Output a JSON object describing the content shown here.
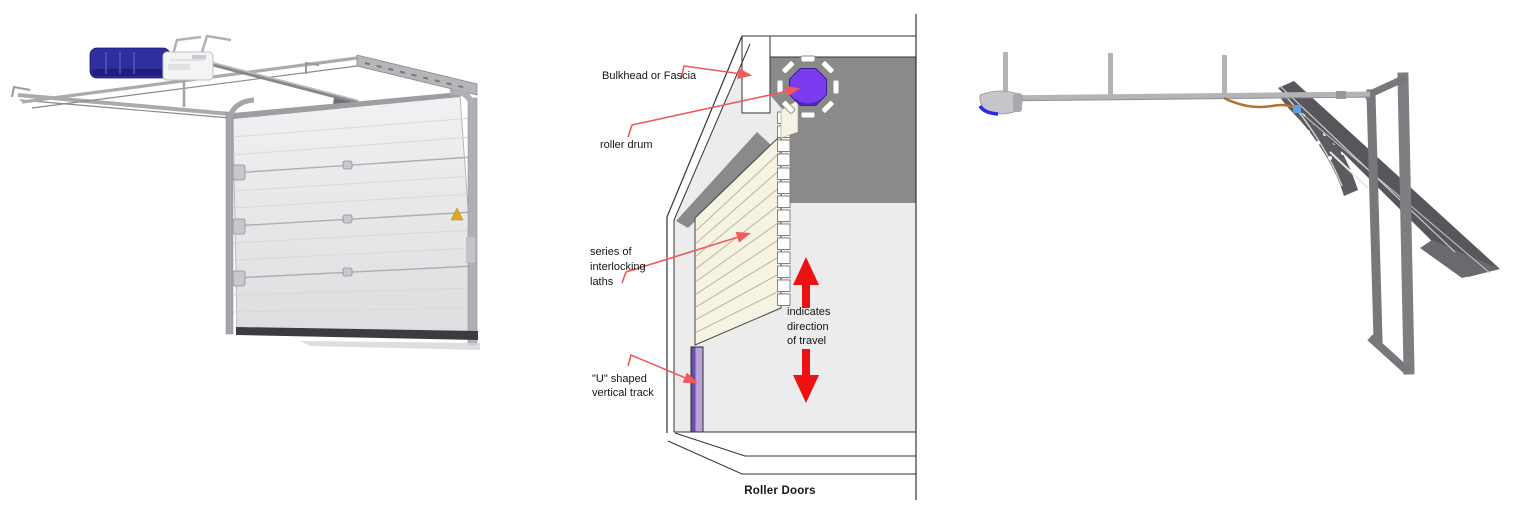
{
  "page": {
    "background": "#ffffff"
  },
  "figures": {
    "sectional_door": {
      "colors": {
        "opener_blue": "#2e2e9e",
        "release_cord_red": "#cc2222",
        "warning_triangle_yellow": "#e0a820"
      }
    },
    "roller_diagram": {
      "labels": {
        "bulkhead": "Bulkhead or Fascia",
        "roller_drum": "roller drum",
        "laths": [
          "series of",
          "interlocking",
          "laths"
        ],
        "direction": [
          "indicates",
          "direction",
          "of travel"
        ],
        "track": [
          "\"U\" shaped",
          "vertical track"
        ]
      },
      "caption": "Roller Doors",
      "colors": {
        "drum_purple": "#7b3bee",
        "track_purple": "#b7a3da",
        "arrow_red": "#ee1111",
        "leader_red": "#f05a5a",
        "wall_dark_gray": "#8a8a8a",
        "wall_light_gray": "#ececec",
        "curtain_cream": "#f6f3e2"
      }
    },
    "tilt_door": {
      "colors": {
        "panel_gray": "#57575b",
        "arm_orange": "#b5702a",
        "clip_blue": "#5ea0e8",
        "motor_blue": "#2a2ae0"
      }
    }
  }
}
